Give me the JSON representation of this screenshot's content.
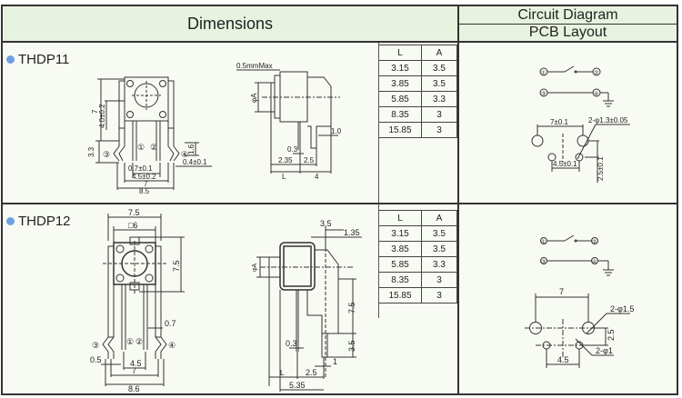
{
  "header": {
    "dimensions": "Dimensions",
    "circuit_diagram": "Circuit Diagram",
    "pcb_layout": "PCB Layout"
  },
  "rows": [
    {
      "model": "THDP11",
      "table": {
        "headers": [
          "L",
          "A"
        ],
        "rows": [
          [
            "3.15",
            "3.5"
          ],
          [
            "3.85",
            "3.5"
          ],
          [
            "5.85",
            "3.3"
          ],
          [
            "8.35",
            "3"
          ],
          [
            "15.85",
            "3"
          ]
        ]
      },
      "front_view": {
        "dims": {
          "height_7": "7",
          "h_4": "4.0±0.2",
          "h_3_3": "3.3",
          "h_1_6": "1.6",
          "pin_w": "0.7±0.1",
          "pin_pitch": "4.5±0.2",
          "width_7": "7",
          "width_8_5": "8.5",
          "lead": "0.4±0.1"
        },
        "pins": [
          "①",
          "②",
          "③",
          "④"
        ]
      },
      "side_view": {
        "dims": {
          "max": "0.5mmMax",
          "phi_a": "φA",
          "d_1_0": "1.0",
          "d_0_3": "0.3",
          "d_2_35": "2.35",
          "d_2_5": "2.5",
          "d_l": "L",
          "d_4": "4"
        }
      },
      "circuit": {
        "pins": [
          "①",
          "②",
          "③",
          "④"
        ]
      },
      "pcb": {
        "d_7": "7±0.1",
        "d_hole": "2-φ1.3±0.05",
        "d_4_5": "4.5±0.1",
        "d_2_5": "2.5±0.1"
      }
    },
    {
      "model": "THDP12",
      "table": {
        "headers": [
          "L",
          "A"
        ],
        "rows": [
          [
            "3.15",
            "3.5"
          ],
          [
            "3.85",
            "3.5"
          ],
          [
            "5.85",
            "3.3"
          ],
          [
            "8.35",
            "3"
          ],
          [
            "15.85",
            "3"
          ]
        ]
      },
      "front_view": {
        "dims": {
          "w_7_5": "7.5",
          "sq_6": "□6",
          "h_7_5": "7.5",
          "d_0_7": "0.7",
          "d_0_5": "0.5",
          "d_4_5": "4.5",
          "d_7": "7",
          "d_8_6": "8.6"
        },
        "pins": [
          "①",
          "②",
          "③",
          "④"
        ]
      },
      "side_view": {
        "dims": {
          "d_3_5": "3.5",
          "d_1_35": "1.35",
          "phi_a": "φA",
          "d_7_5": "7.5",
          "d_3_5b": "3.5",
          "d_0_3": "0.3",
          "d_1": "1",
          "d_l": "L",
          "d_2_5": "2.5",
          "d_5_35": "5.35"
        }
      },
      "circuit": {
        "pins": [
          "①",
          "②",
          "③",
          "④"
        ]
      },
      "pcb": {
        "d_7": "7",
        "d_hole_big": "2-φ1.5",
        "d_2_5": "2.5",
        "d_hole_small": "2-φ1",
        "d_4_5": "4.5"
      }
    }
  ]
}
